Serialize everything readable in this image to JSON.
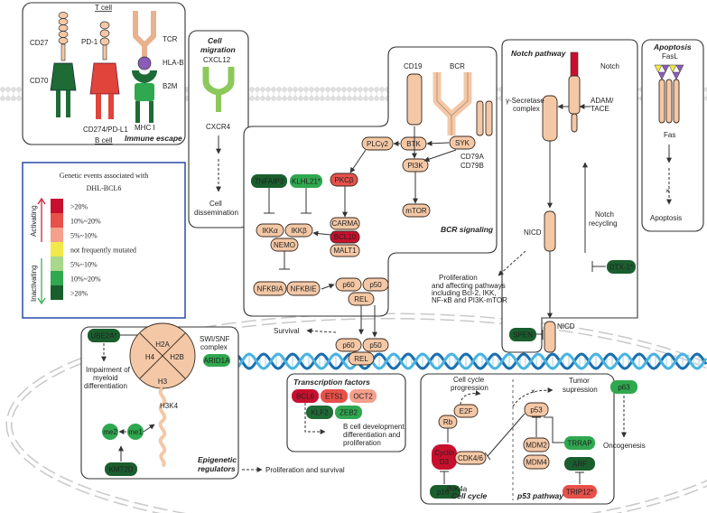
{
  "immune": {
    "title": "Immune escape",
    "t_cell": "T cell",
    "b_cell": "B cell",
    "cd27": "CD27",
    "cd70": "CD70",
    "pd1": "PD-1",
    "cd274": "CD274/PD-L1",
    "tcr": "TCR",
    "hla": "HLA-B",
    "b2m": "B2M",
    "mhc": "MHC I"
  },
  "migration": {
    "title_1": "Cell",
    "title_2": "migration",
    "cxcl12": "CXCL12",
    "cxcr4": "CXCR4",
    "result_1": "Cell",
    "result_2": "dissemination"
  },
  "legend": {
    "title_1": "Genetic events associated with",
    "title_2": "DHL-BCL6",
    "activating": "Activating",
    "inactivating": "Inactivating",
    "rows": [
      {
        "label": ">20%",
        "color": "#c8102e"
      },
      {
        "label": "10%~20%",
        "color": "#e8504a"
      },
      {
        "label": "5%~10%",
        "color": "#f4a08c"
      },
      {
        "label": "not frequently mutated",
        "color": "#f2e84a"
      },
      {
        "label": "5%~10%",
        "color": "#a8d88a"
      },
      {
        "label": "10%~20%",
        "color": "#2fa84f"
      },
      {
        "label": ">20%",
        "color": "#1a5e2e"
      }
    ]
  },
  "bcr": {
    "title": "BCR signaling",
    "cd19": "CD19",
    "bcr": "BCR",
    "syk": "SYK",
    "cd79a": "CD79A",
    "cd79b": "CD79B",
    "btk": "BTK",
    "plcg2": "PLCγ2",
    "pkcb": "PKCβ",
    "pi3k": "PI3K",
    "mtor": "mTOR",
    "carma": "CARMA",
    "bcl10": "BCL10",
    "malt1": "MALT1",
    "tnfaip3": "TNFAIP3",
    "klhl21": "KLHL21*",
    "ikka": "IKKα",
    "ikkb": "IKKβ",
    "nemo": "NEMO",
    "nfkbia": "NFKBIA",
    "nfkbie": "NFKBIE",
    "p60": "p60",
    "p50": "p50",
    "rel": "REL"
  },
  "notch": {
    "title": "Notch pathway",
    "notch": "Notch",
    "gsec_1": "γ-Secretase",
    "gsec_2": "complex",
    "adam_1": "ADAM/",
    "adam_2": "TACE",
    "nicd": "NICD",
    "recycling_1": "Notch",
    "recycling_2": "recycling",
    "dtx": "DTX-1*",
    "prolif": "Proliferation",
    "prolif_sub_1": "and affecting pathways",
    "prolif_sub_2": "including Bcl-2, IKK,",
    "prolif_sub_3": "NF-κB and PI3K-mTOR",
    "spen": "SPEN",
    "nicd_nuc": "NICD"
  },
  "apoptosis": {
    "title": "Apoptosis",
    "fasl": "FasL",
    "fas": "Fas",
    "result": "Apoptosis"
  },
  "nucleus": {
    "survival": "Survival",
    "p60": "p60",
    "p50": "p50",
    "rel": "REL"
  },
  "epigenetic": {
    "title_1": "Epigenetic",
    "title_2": "regulators",
    "ube2a": "UBE2A*",
    "impair_1": "Impairment of",
    "impair_2": "myeloid",
    "impair_3": "differentiation",
    "h2a": "H2A",
    "h2b": "H2B",
    "h3": "H3",
    "h4": "H4",
    "swisnf_1": "SWI/SNF",
    "swisnf_2": "complex",
    "arid1a": "ARID1A",
    "h3k4": "H3K4",
    "me2": "me2",
    "me1": "me1",
    "kmt2d": "KMT2D",
    "ps": "Proliferation and survival"
  },
  "tf": {
    "title": "Transcription factors",
    "bcl6": "BCL6",
    "ets1": "ETS1",
    "oct2": "OCT2",
    "klf2": "KLF2",
    "zeb2": "ZEB2",
    "out_1": "B cell development,",
    "out_2": "differentiation and",
    "out_3": "proliferation"
  },
  "cycle": {
    "title": "Cell cycle",
    "p53_title": "p53 pathway",
    "prog_1": "Cell cycle",
    "prog_2": "progression",
    "supp_1": "Tumor",
    "supp_2": "supression",
    "e2f": "E2F",
    "rb": "Rb",
    "cyclin_1": "Cyclin",
    "cyclin_2": "D3",
    "cdk": "CDK4/6",
    "p16": "p16",
    "p16_sup": "INK4a",
    "p53": "p53",
    "mdm2": "MDM2",
    "mdm4": "MDM4",
    "trrap": "TRRAP",
    "arf": "ARF",
    "trip12": "TRIP12*"
  },
  "p63": {
    "label": "p63",
    "result": "Oncogenesis"
  }
}
